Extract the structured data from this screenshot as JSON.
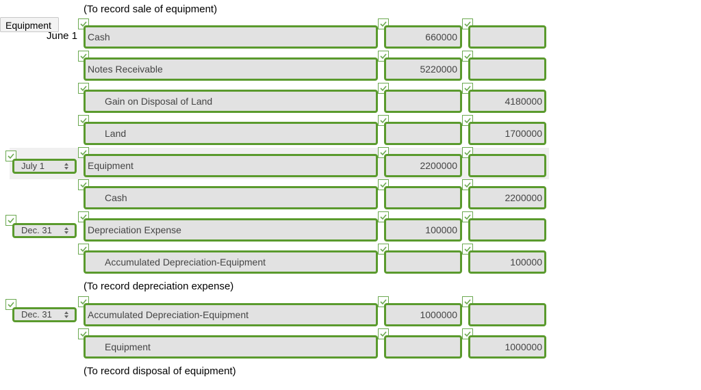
{
  "notes": {
    "sale": "(To record sale of equipment)",
    "depreciation": "(To record depreciation expense)",
    "disposal": "(To record disposal of equipment)"
  },
  "tooltip": "Equipment",
  "first_date": "June 1",
  "rows": [
    {
      "date": "",
      "account": "Cash",
      "debit": "660000",
      "credit": ""
    },
    {
      "date": "",
      "account": "Notes Receivable",
      "debit": "5220000",
      "credit": ""
    },
    {
      "date": "",
      "account": "Gain on Disposal of Land",
      "debit": "",
      "credit": "4180000"
    },
    {
      "date": "",
      "account": "Land",
      "debit": "",
      "credit": "1700000"
    },
    {
      "date": "July 1",
      "account": "Equipment",
      "debit": "2200000",
      "credit": ""
    },
    {
      "date": "",
      "account": "Cash",
      "debit": "",
      "credit": "2200000"
    },
    {
      "date": "Dec. 31",
      "account": "Depreciation Expense",
      "debit": "100000",
      "credit": ""
    },
    {
      "date": "",
      "account": "Accumulated Depreciation-Equipment",
      "debit": "",
      "credit": "100000"
    },
    {
      "date": "Dec. 31",
      "account": "Accumulated Depreciation-Equipment",
      "debit": "1000000",
      "credit": ""
    },
    {
      "date": "",
      "account": "Equipment",
      "debit": "",
      "credit": "1000000"
    }
  ],
  "colors": {
    "field_border": "#5a9a2d",
    "field_bg": "#e2e2e2",
    "check": "#6aa84f"
  }
}
